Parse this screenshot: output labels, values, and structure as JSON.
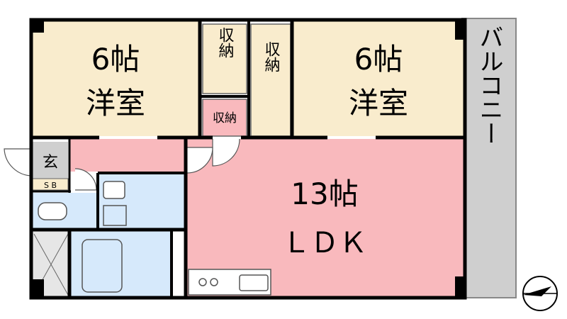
{
  "rooms": {
    "left_western": {
      "size": "6帖",
      "type": "洋室"
    },
    "right_western": {
      "size": "6帖",
      "type": "洋室"
    },
    "closet_a": "収納",
    "closet_b": "収納",
    "closet_c": "収納",
    "ldk": {
      "size": "13帖",
      "type": "ＬＤＫ"
    },
    "entrance": "玄",
    "shoe_box": "S B",
    "balcony": "バルコニー"
  },
  "colors": {
    "western": "#f9eccd",
    "ldk": "#f9b9bd",
    "wet": "#d6e9fb",
    "balcony": "#cfcfcf",
    "wall": "#000000"
  },
  "icons": {
    "compass": "north-arrow-icon"
  }
}
